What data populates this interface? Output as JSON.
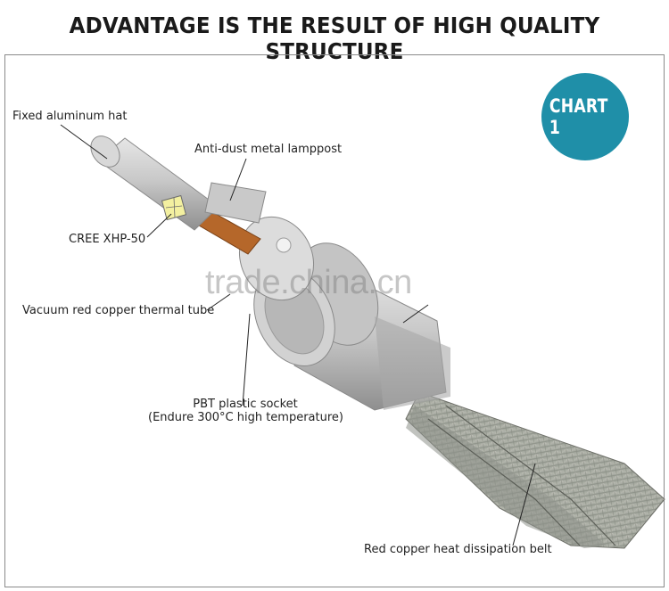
{
  "headline": "ADVANTAGE IS THE RESULT OF HIGH QUALITY STRUCTURE",
  "badge": "CHART 1",
  "watermark": "trade.china.cn",
  "labels": {
    "fixed_hat": "Fixed aluminum hat",
    "lamppost": "Anti-dust metal lamppost",
    "cree": "CREE XHP-50",
    "thermal_tube": "Vacuum red copper thermal tube",
    "socket_line1": "PBT plastic socket",
    "socket_line2": "(Endure 300°C high temperature)",
    "belt": "Red copper heat dissipation belt"
  },
  "colors": {
    "badge": "#1f8fa8",
    "copper": "#b5672a",
    "chip": "#f3f0a0",
    "body": "#b8b8b8"
  }
}
